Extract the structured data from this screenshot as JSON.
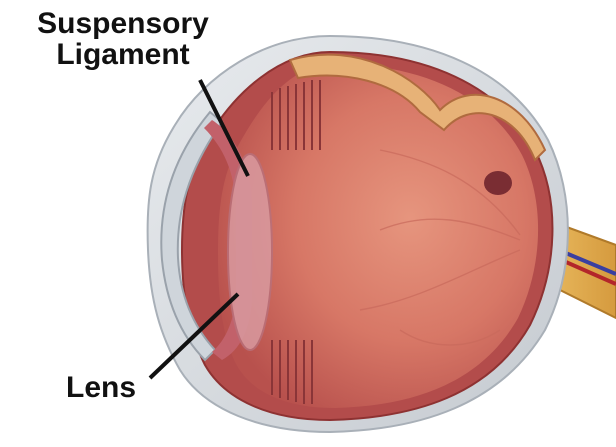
{
  "labels": {
    "suspensory_line1": "Suspensory",
    "suspensory_line2": "Ligament",
    "lens": "Lens"
  },
  "colors": {
    "background": "#ffffff",
    "sclera": "#d9dde2",
    "retina": "#d8806f",
    "choroid": "#b54a4a",
    "optic_nerve": "#e2ae4f",
    "leader_line": "#111111"
  }
}
